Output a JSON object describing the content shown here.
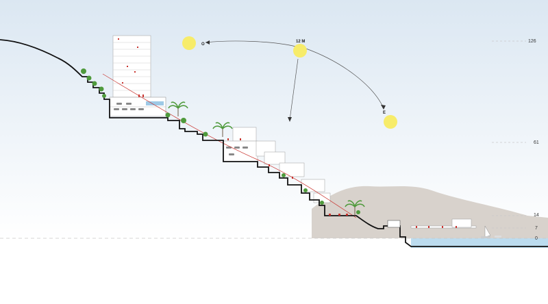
{
  "section": {
    "elevation_markers": [
      {
        "label": "126",
        "value": 126
      },
      {
        "label": "61",
        "value": 61
      },
      {
        "label": "14",
        "value": 14
      },
      {
        "label": "7",
        "value": 7
      },
      {
        "label": "0",
        "value": 0
      }
    ],
    "sun_positions": [
      {
        "label": "O"
      },
      {
        "label": "12 M"
      },
      {
        "label": "E"
      }
    ]
  },
  "colors": {
    "sky_top": "#dbe7f2",
    "sky_bottom": "#ffffff",
    "sun": "#f7ec6a",
    "sea": "#bcdcef",
    "mountain": "#d8d2cc",
    "terrain_line": "#111111",
    "accent_red": "#c9332e",
    "tree": "#4f9a3c"
  }
}
